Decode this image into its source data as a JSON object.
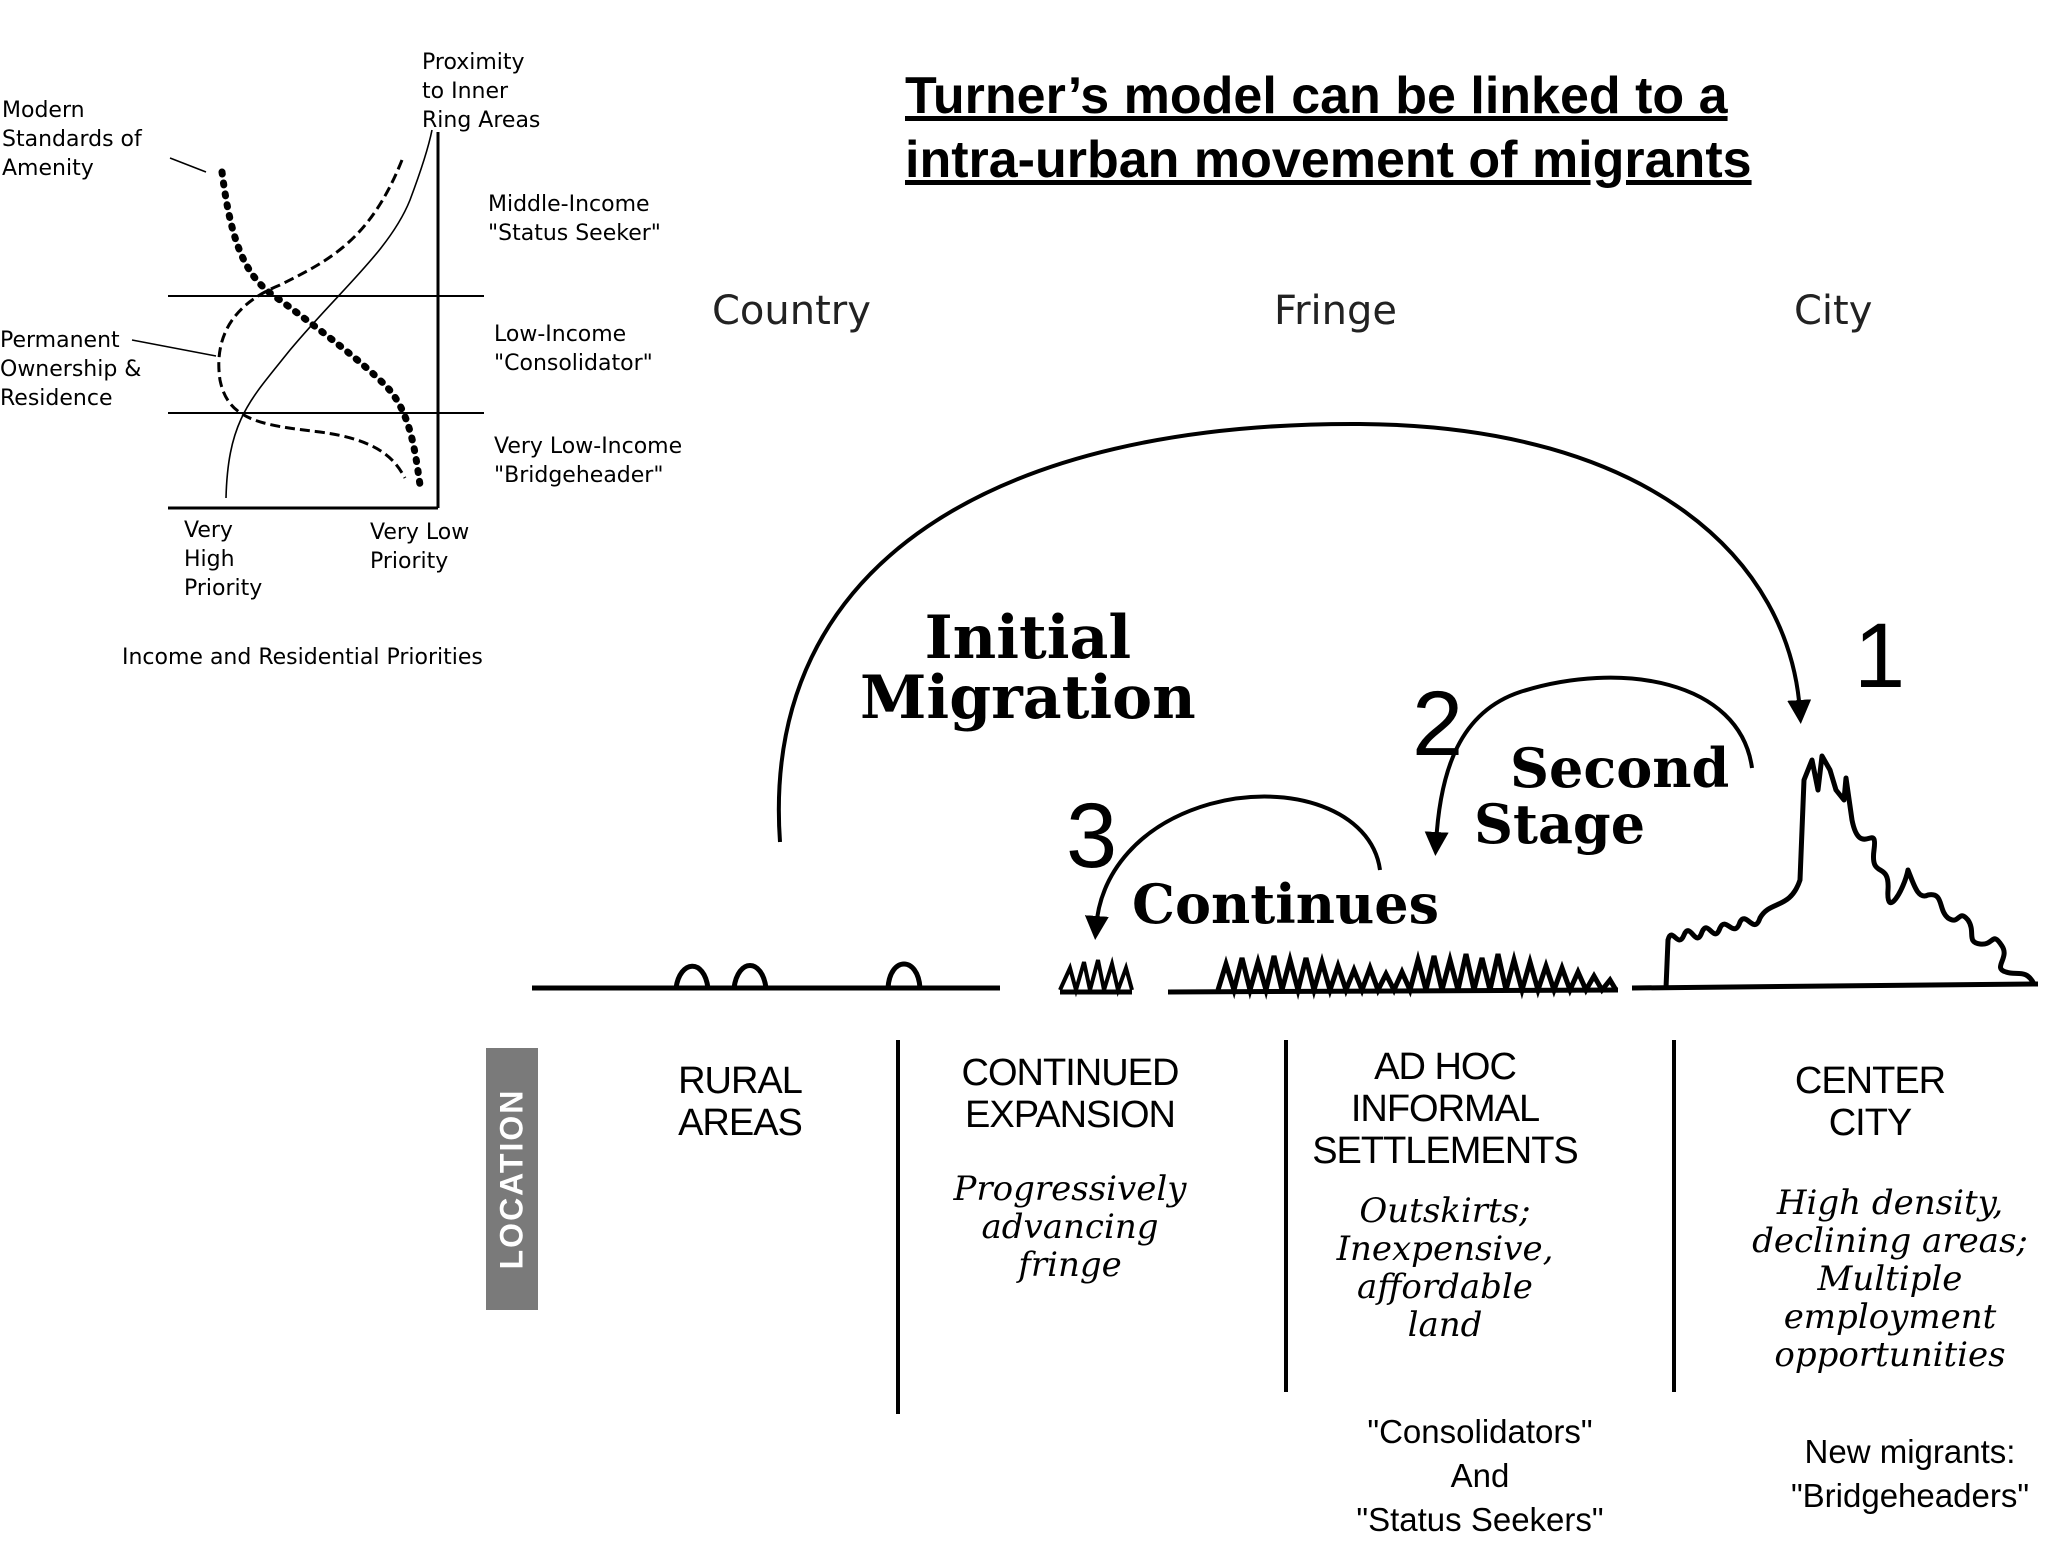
{
  "title": {
    "line1": "Turner’s model can be linked to a",
    "line2": "intra-urban movement of migrants"
  },
  "small_chart": {
    "labels": {
      "modern_amenity": "Modern\nStandards of\nAmenity",
      "proximity": "Proximity\nto Inner\nRing Areas",
      "middle_income": "Middle-Income\n\"Status Seeker\"",
      "permanent": "Permanent\nOwnership &\nResidence",
      "low_income": "Low-Income\n\"Consolidator\"",
      "very_low_income": "Very Low-Income\n\"Bridgeheader\"",
      "very_high_priority": "Very\nHigh\nPriority",
      "very_low_priority": "Very Low\nPriority",
      "caption": "Income and Residential Priorities"
    }
  },
  "regions": {
    "country": "Country",
    "fringe": "Fringe",
    "city": "City"
  },
  "migration": {
    "initial_line1": "Initial",
    "initial_line2": "Migration",
    "second_line1": "Second",
    "second_line2": "Stage",
    "continues": "Continues",
    "num1": "1",
    "num2": "2",
    "num3": "3"
  },
  "location_label": "LOCATION",
  "locations": [
    {
      "heading": "RURAL\nAREAS",
      "desc": ""
    },
    {
      "heading": "CONTINUED\nEXPANSION",
      "desc": "Progressively\nadvancing\nfringe"
    },
    {
      "heading": "AD HOC\nINFORMAL\nSETTLEMENTS",
      "desc": "Outskirts;\nInexpensive,\naffordable\nland"
    },
    {
      "heading": "CENTER\nCITY",
      "desc": "High density,\ndeclining areas;\nMultiple\nemployment\nopportunities"
    }
  ],
  "groups": {
    "consolidators": "\"Consolidators\"\nAnd\n\"Status Seekers\"",
    "bridgeheaders": "New migrants:\n\"Bridgeheaders\""
  }
}
